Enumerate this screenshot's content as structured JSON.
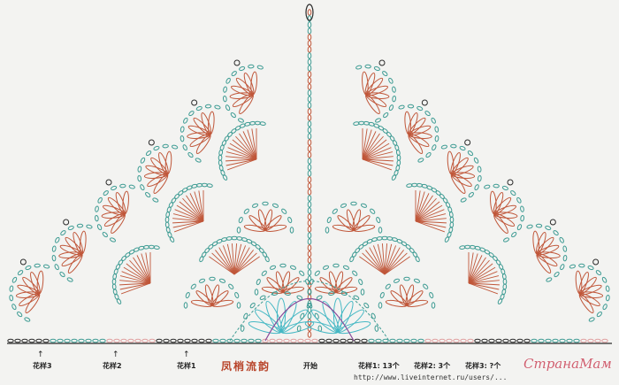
{
  "title": "凤梢流韵",
  "labels": {
    "left3": "花样3",
    "left2": "花样2",
    "left1": "花样1",
    "start": "开始",
    "right1": "花样1: 13个",
    "right2": "花样2: 3个",
    "right3": "花样3: ?个"
  },
  "url": "http://www.liveinternet.ru/users/...",
  "watermark": "СтранаМам",
  "colors": {
    "red": "#c0573a",
    "teal": "#3f9c94",
    "cyan": "#45b8c4",
    "dark": "#2a2a2a",
    "purple": "#8a4a9a",
    "pink": "#e0a0a0"
  }
}
